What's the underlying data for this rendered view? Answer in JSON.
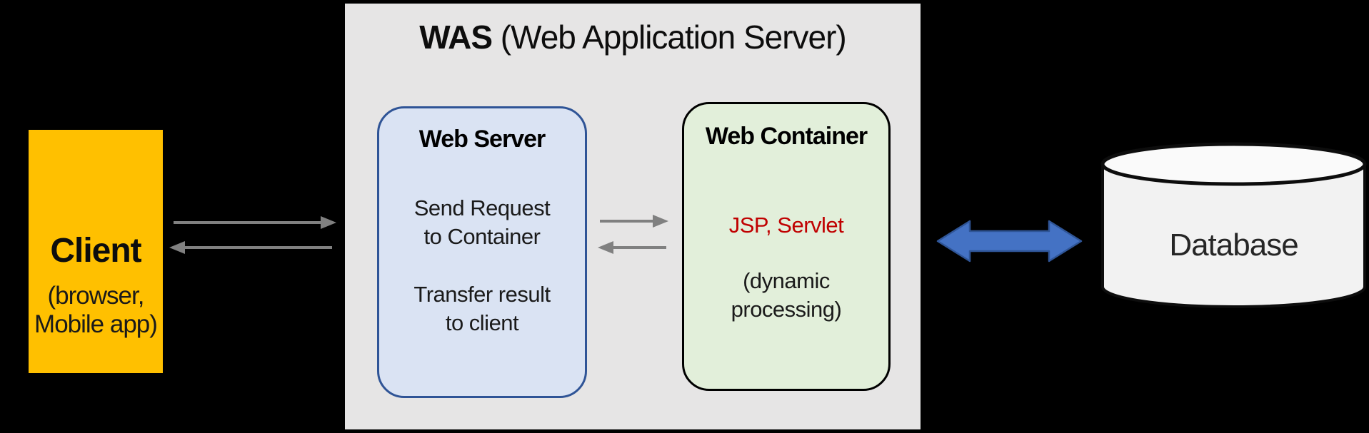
{
  "diagram": {
    "client": {
      "title": "Client",
      "subtitle_line1": "(browser,",
      "subtitle_line2": "Mobile app)"
    },
    "was": {
      "title_bold": "WAS",
      "title_rest": " (Web Application Server)",
      "web_server": {
        "title": "Web Server",
        "request_line1": "Send Request",
        "request_line2": "to Container",
        "transfer_line1": "Transfer result",
        "transfer_line2": "to client"
      },
      "web_container": {
        "title": "Web Container",
        "tech_label": "JSP, Servlet",
        "desc_line1": "(dynamic",
        "desc_line2": "processing)"
      }
    },
    "database": {
      "label": "Database"
    }
  },
  "colors": {
    "background": "#000000",
    "client_box": "#FFC000",
    "was_box": "#E6E5E5",
    "web_server_fill": "#DAE3F3",
    "web_server_border": "#2F5496",
    "web_container_fill": "#E2EFDA",
    "web_container_border": "#000000",
    "tech_text": "#C00000",
    "gray_arrow": "#808080",
    "blue_arrow_fill": "#4472C4",
    "blue_arrow_border": "#2F5597",
    "database_fill": "#F2F2F2"
  }
}
